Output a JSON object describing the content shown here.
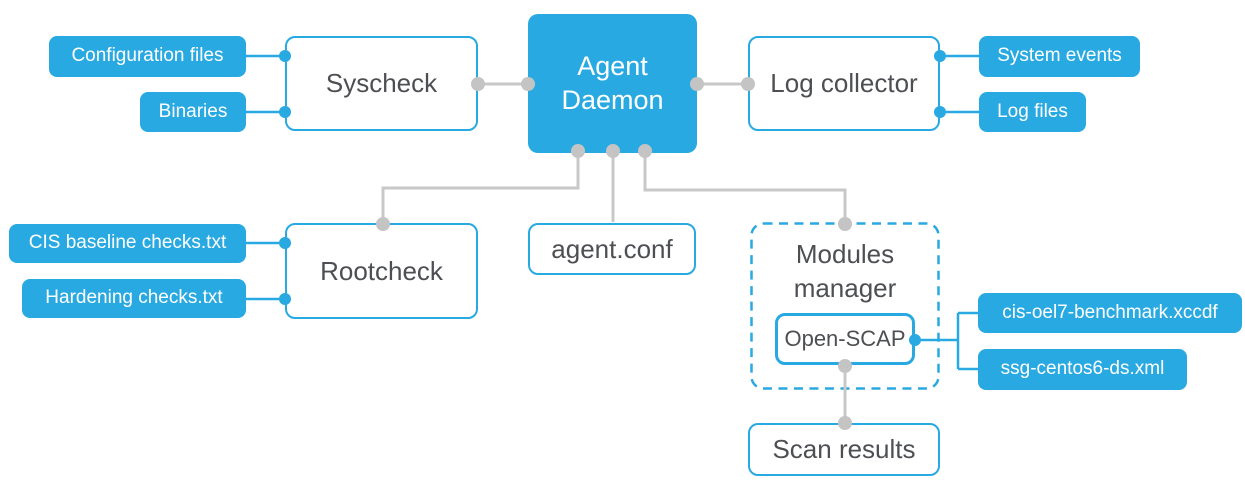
{
  "colors": {
    "accent_blue": "#29a9e1",
    "connector_gray": "#c8c8c8",
    "text_dark": "#4d4f53"
  },
  "nodes": {
    "agent_daemon": "Agent Daemon",
    "syscheck": "Syscheck",
    "configuration_files": "Configuration files",
    "binaries": "Binaries",
    "log_collector": "Log collector",
    "system_events": "System events",
    "log_files": "Log files",
    "rootcheck": "Rootcheck",
    "cis_baseline_checks": "CIS baseline checks.txt",
    "hardening_checks": "Hardening checks.txt",
    "agent_conf": "agent.conf",
    "modules_manager": "Modules manager",
    "open_scap": "Open-SCAP",
    "cis_oel7_benchmark": "cis-oel7-benchmark.xccdf",
    "ssg_centos6_ds": "ssg-centos6-ds.xml",
    "scan_results": "Scan results"
  },
  "edges": [
    {
      "from": "Configuration files",
      "to": "Syscheck"
    },
    {
      "from": "Binaries",
      "to": "Syscheck"
    },
    {
      "from": "Syscheck",
      "to": "Agent Daemon"
    },
    {
      "from": "Agent Daemon",
      "to": "Log collector"
    },
    {
      "from": "Log collector",
      "to": "System events"
    },
    {
      "from": "Log collector",
      "to": "Log files"
    },
    {
      "from": "Agent Daemon",
      "to": "Rootcheck"
    },
    {
      "from": "Agent Daemon",
      "to": "agent.conf"
    },
    {
      "from": "Agent Daemon",
      "to": "Modules manager"
    },
    {
      "from": "CIS baseline checks.txt",
      "to": "Rootcheck"
    },
    {
      "from": "Hardening checks.txt",
      "to": "Rootcheck"
    },
    {
      "from": "Open-SCAP",
      "to": "cis-oel7-benchmark.xccdf"
    },
    {
      "from": "Open-SCAP",
      "to": "ssg-centos6-ds.xml"
    },
    {
      "from": "Open-SCAP",
      "to": "Scan results"
    }
  ]
}
